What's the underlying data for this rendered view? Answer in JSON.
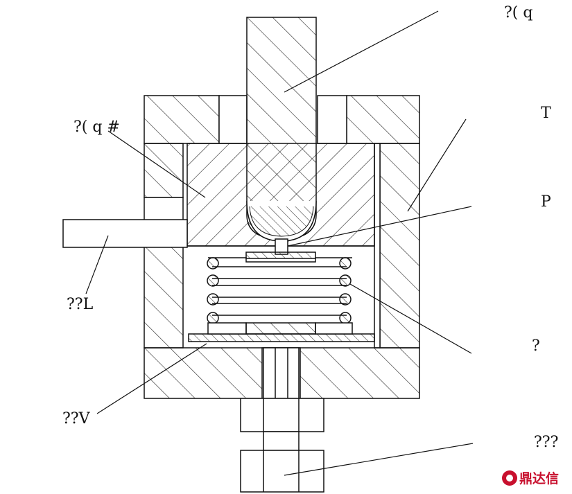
{
  "labels": {
    "top_right": "?(  q",
    "right_t": "T",
    "right_p": "P",
    "right_q": "?",
    "bottom_right": "???",
    "left_upper": "?(  q  #",
    "left_mid": "??L",
    "left_low": "??V"
  },
  "watermark": {
    "text": "鼎达信",
    "color": "#c8102e"
  },
  "colors": {
    "line": "#111111",
    "hatch": "#333333",
    "background": "#ffffff"
  }
}
